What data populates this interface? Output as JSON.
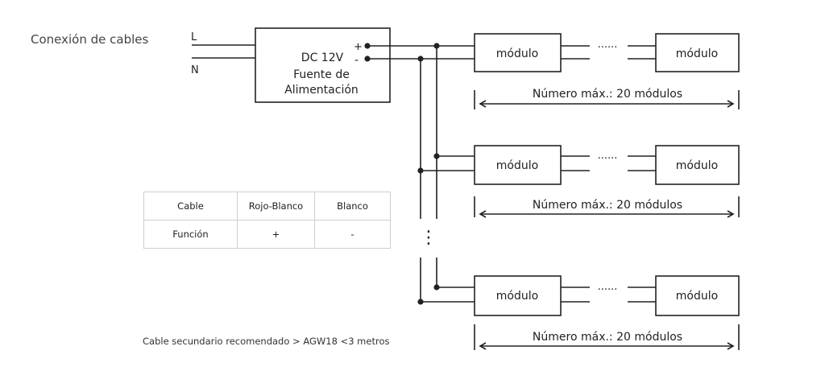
{
  "title": "Conexión de cables",
  "footnote": "Cable secundario recomendado > AGW18 <3 metros",
  "input": {
    "live": "L",
    "neutral": "N"
  },
  "power_supply": {
    "voltage": "DC 12V",
    "name_line1": "Fuente de",
    "name_line2": "Alimentación",
    "plus": "+",
    "minus": "-"
  },
  "module_label": "módulo",
  "ellipsis": "······",
  "vertical_ellipsis": "⋮",
  "branches": [
    {
      "first_module": "módulo",
      "last_module": "módulo",
      "max_label": "Número máx.: 20 módulos"
    },
    {
      "first_module": "módulo",
      "last_module": "módulo",
      "max_label": "Número máx.: 20 módulos"
    },
    {
      "first_module": "módulo",
      "last_module": "módulo",
      "max_label": "Número máx.: 20 módulos"
    }
  ],
  "table": {
    "headers": [
      "Cable",
      "Rojo-Blanco",
      "Blanco"
    ],
    "row": [
      "Función",
      "+",
      "-"
    ]
  }
}
